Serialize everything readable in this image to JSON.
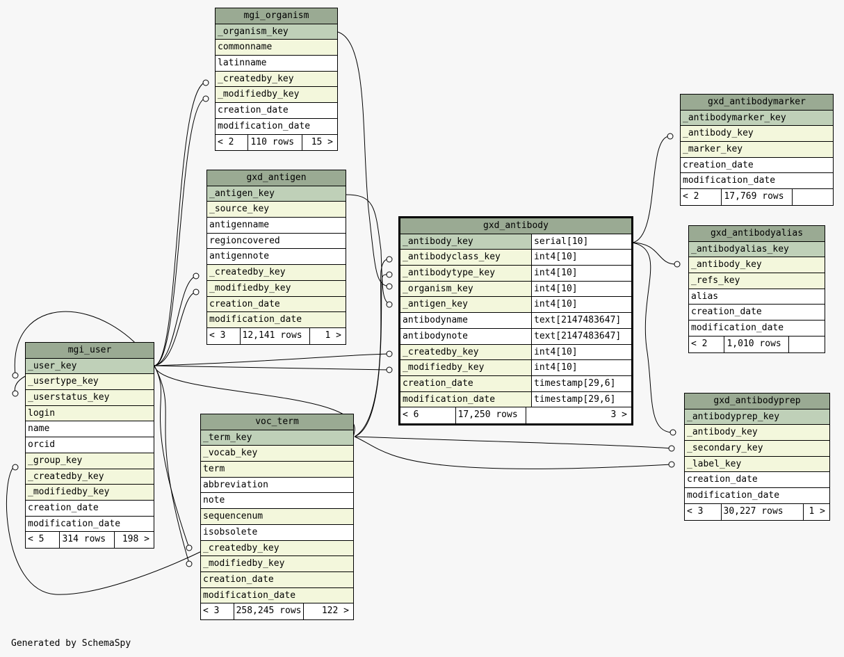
{
  "footer": "Generated by SchemaSpy",
  "tables": {
    "mgi_organism": {
      "name": "mgi_organism",
      "rows": [
        [
          "pk",
          "_organism_key"
        ],
        [
          "fk",
          "commonname"
        ],
        [
          "plain",
          "latinname"
        ],
        [
          "fk",
          "_createdby_key"
        ],
        [
          "fk",
          "_modifiedby_key"
        ],
        [
          "plain",
          "creation_date"
        ],
        [
          "plain",
          "modification_date"
        ]
      ],
      "footer": [
        "< 2",
        "110 rows",
        "15 >"
      ]
    },
    "gxd_antigen": {
      "name": "gxd_antigen",
      "rows": [
        [
          "pk",
          "_antigen_key"
        ],
        [
          "fk",
          "_source_key"
        ],
        [
          "plain",
          "antigenname"
        ],
        [
          "plain",
          "regioncovered"
        ],
        [
          "plain",
          "antigennote"
        ],
        [
          "fk",
          "_createdby_key"
        ],
        [
          "fk",
          "_modifiedby_key"
        ],
        [
          "fk",
          "creation_date"
        ],
        [
          "fk",
          "modification_date"
        ]
      ],
      "footer": [
        "< 3",
        "12,141 rows",
        "1 >"
      ]
    },
    "mgi_user": {
      "name": "mgi_user",
      "rows": [
        [
          "pk",
          "_user_key"
        ],
        [
          "fk",
          "_usertype_key"
        ],
        [
          "fk",
          "_userstatus_key"
        ],
        [
          "fk",
          "login"
        ],
        [
          "plain",
          "name"
        ],
        [
          "plain",
          "orcid"
        ],
        [
          "fk",
          "_group_key"
        ],
        [
          "fk",
          "_createdby_key"
        ],
        [
          "fk",
          "_modifiedby_key"
        ],
        [
          "plain",
          "creation_date"
        ],
        [
          "plain",
          "modification_date"
        ]
      ],
      "footer": [
        "< 5",
        "314 rows",
        "198 >"
      ]
    },
    "voc_term": {
      "name": "voc_term",
      "rows": [
        [
          "pk",
          "_term_key"
        ],
        [
          "fk",
          "_vocab_key"
        ],
        [
          "fk",
          "term"
        ],
        [
          "plain",
          "abbreviation"
        ],
        [
          "plain",
          "note"
        ],
        [
          "fk",
          "sequencenum"
        ],
        [
          "plain",
          "isobsolete"
        ],
        [
          "fk",
          "_createdby_key"
        ],
        [
          "fk",
          "_modifiedby_key"
        ],
        [
          "fk",
          "creation_date"
        ],
        [
          "fk",
          "modification_date"
        ]
      ],
      "footer": [
        "< 3",
        "258,245 rows",
        "122 >"
      ]
    },
    "gxd_antibody": {
      "name": "gxd_antibody",
      "rows": [
        [
          "pk",
          "_antibody_key",
          "serial[10]"
        ],
        [
          "fk",
          "_antibodyclass_key",
          "int4[10]"
        ],
        [
          "fk",
          "_antibodytype_key",
          "int4[10]"
        ],
        [
          "fk",
          "_organism_key",
          "int4[10]"
        ],
        [
          "fk",
          "_antigen_key",
          "int4[10]"
        ],
        [
          "plain",
          "antibodyname",
          "text[2147483647]"
        ],
        [
          "plain",
          "antibodynote",
          "text[2147483647]"
        ],
        [
          "fk",
          "_createdby_key",
          "int4[10]"
        ],
        [
          "fk",
          "_modifiedby_key",
          "int4[10]"
        ],
        [
          "fk",
          "creation_date",
          "timestamp[29,6]"
        ],
        [
          "fk",
          "modification_date",
          "timestamp[29,6]"
        ]
      ],
      "footer": [
        "< 6",
        "17,250 rows",
        "3 >"
      ]
    },
    "gxd_antibodymarker": {
      "name": "gxd_antibodymarker",
      "rows": [
        [
          "pk",
          "_antibodymarker_key"
        ],
        [
          "fk",
          "_antibody_key"
        ],
        [
          "fk",
          "_marker_key"
        ],
        [
          "plain",
          "creation_date"
        ],
        [
          "plain",
          "modification_date"
        ]
      ],
      "footer": [
        "< 2",
        "17,769 rows",
        ""
      ]
    },
    "gxd_antibodyalias": {
      "name": "gxd_antibodyalias",
      "rows": [
        [
          "pk",
          "_antibodyalias_key"
        ],
        [
          "fk",
          "_antibody_key"
        ],
        [
          "fk",
          "_refs_key"
        ],
        [
          "plain",
          "alias"
        ],
        [
          "plain",
          "creation_date"
        ],
        [
          "plain",
          "modification_date"
        ]
      ],
      "footer": [
        "< 2",
        "1,010 rows",
        ""
      ]
    },
    "gxd_antibodyprep": {
      "name": "gxd_antibodyprep",
      "rows": [
        [
          "pk",
          "_antibodyprep_key"
        ],
        [
          "fk",
          "_antibody_key"
        ],
        [
          "fk",
          "_secondary_key"
        ],
        [
          "fk",
          "_label_key"
        ],
        [
          "plain",
          "creation_date"
        ],
        [
          "plain",
          "modification_date"
        ]
      ],
      "footer": [
        "< 3",
        "30,227 rows",
        "1 >"
      ]
    }
  }
}
